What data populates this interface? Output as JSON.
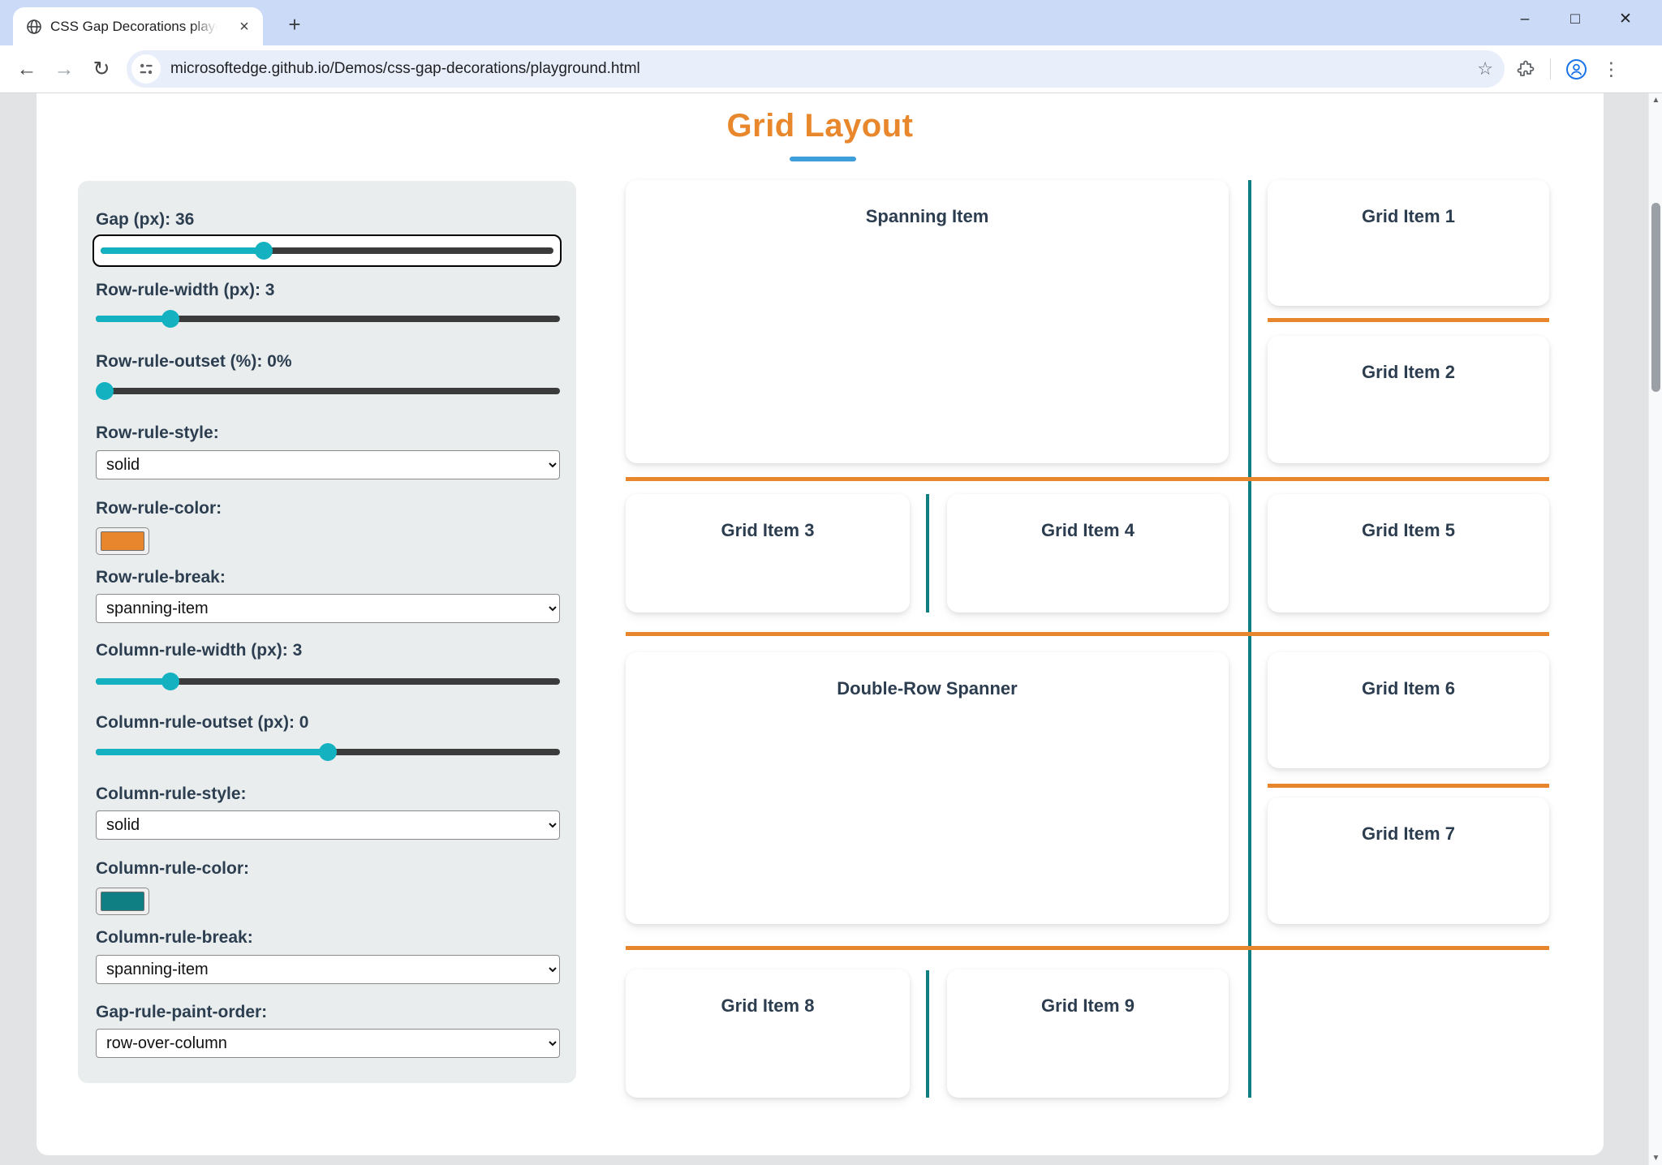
{
  "browser": {
    "tab_title": "CSS Gap Decorations playground",
    "url": "microsoftedge.github.io/Demos/css-gap-decorations/playground.html",
    "icons": {
      "tab_close": "×",
      "new_tab": "+",
      "minimize": "–",
      "maximize": "□",
      "close_window": "✕",
      "back": "←",
      "forward": "→",
      "reload": "↻",
      "bookmark_star": "☆",
      "menu_kebab": "⋮",
      "scroll_up": "▲",
      "scroll_down": "▼"
    }
  },
  "header": {
    "title": "Grid Layout"
  },
  "controls": {
    "gap": {
      "label": "Gap (px): 36",
      "pct": 36
    },
    "row_rule_width": {
      "label": "Row-rule-width (px): 3",
      "pct": 16
    },
    "row_rule_outset": {
      "label": "Row-rule-outset (%): 0%",
      "pct": 2
    },
    "row_rule_style": {
      "label": "Row-rule-style:",
      "value": "solid"
    },
    "row_rule_color": {
      "label": "Row-rule-color:",
      "color": "#e8862e"
    },
    "row_rule_break": {
      "label": "Row-rule-break:",
      "value": "spanning-item"
    },
    "column_rule_width": {
      "label": "Column-rule-width (px): 3",
      "pct": 16
    },
    "column_rule_outset": {
      "label": "Column-rule-outset (px): 0",
      "pct": 50
    },
    "column_rule_style": {
      "label": "Column-rule-style:",
      "value": "solid"
    },
    "column_rule_color": {
      "label": "Column-rule-color:",
      "color": "#0f7f84"
    },
    "column_rule_break": {
      "label": "Column-rule-break:",
      "value": "spanning-item"
    },
    "gap_rule_paint_order": {
      "label": "Gap-rule-paint-order:",
      "value": "row-over-column"
    }
  },
  "grid": {
    "items": [
      {
        "label": "Spanning Item"
      },
      {
        "label": "Grid Item 1"
      },
      {
        "label": "Grid Item 2"
      },
      {
        "label": "Grid Item 3"
      },
      {
        "label": "Grid Item 4"
      },
      {
        "label": "Grid Item 5"
      },
      {
        "label": "Double-Row Spanner"
      },
      {
        "label": "Grid Item 6"
      },
      {
        "label": "Grid Item 7"
      },
      {
        "label": "Grid Item 8"
      },
      {
        "label": "Grid Item 9"
      }
    ]
  },
  "colors": {
    "title_orange": "#e8872c",
    "underline_blue": "#3f9fda",
    "slider_accent": "#14b2c1",
    "label_navy": "#2c3e50"
  }
}
